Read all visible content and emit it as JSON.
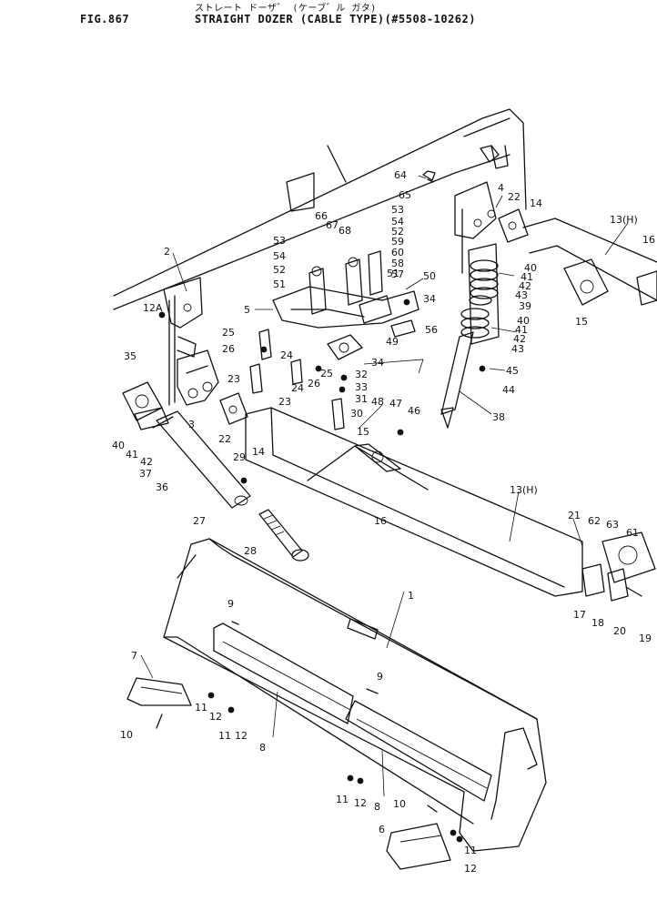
{
  "header": {
    "fig_number": "FIG.867",
    "title_kana": "ストレート ドーザ゛ (ケーブ゛ル ガタ)",
    "title": "STRAIGHT DOZER (CABLE TYPE)(#5508-10262)"
  },
  "callouts": [
    {
      "id": "c1",
      "label": "64"
    },
    {
      "id": "c2",
      "label": "65"
    },
    {
      "id": "c3",
      "label": "4"
    },
    {
      "id": "c4",
      "label": "22"
    },
    {
      "id": "c5",
      "label": "14"
    },
    {
      "id": "c6",
      "label": "13(H)"
    },
    {
      "id": "c7",
      "label": "16"
    },
    {
      "id": "c8",
      "label": "53"
    },
    {
      "id": "c9",
      "label": "54"
    },
    {
      "id": "c10",
      "label": "52"
    },
    {
      "id": "c11",
      "label": "66"
    },
    {
      "id": "c12",
      "label": "67"
    },
    {
      "id": "c13",
      "label": "68"
    },
    {
      "id": "c14",
      "label": "59"
    },
    {
      "id": "c15",
      "label": "60"
    },
    {
      "id": "c16",
      "label": "58"
    },
    {
      "id": "c17",
      "label": "57"
    },
    {
      "id": "c18",
      "label": "53"
    },
    {
      "id": "c19",
      "label": "54"
    },
    {
      "id": "c20",
      "label": "52"
    },
    {
      "id": "c21",
      "label": "51"
    },
    {
      "id": "c22",
      "label": "51"
    },
    {
      "id": "c23",
      "label": "50"
    },
    {
      "id": "c24",
      "label": "34"
    },
    {
      "id": "c25",
      "label": "2"
    },
    {
      "id": "c26",
      "label": "12A"
    },
    {
      "id": "c27",
      "label": "5"
    },
    {
      "id": "c28",
      "label": "40"
    },
    {
      "id": "c29",
      "label": "41"
    },
    {
      "id": "c30",
      "label": "42"
    },
    {
      "id": "c31",
      "label": "43"
    },
    {
      "id": "c32",
      "label": "39"
    },
    {
      "id": "c33",
      "label": "40"
    },
    {
      "id": "c34",
      "label": "41"
    },
    {
      "id": "c35",
      "label": "42"
    },
    {
      "id": "c36",
      "label": "43"
    },
    {
      "id": "c37",
      "label": "15"
    },
    {
      "id": "c38",
      "label": "56"
    },
    {
      "id": "c39",
      "label": "49"
    },
    {
      "id": "c40",
      "label": "34"
    },
    {
      "id": "c41",
      "label": "45"
    },
    {
      "id": "c42",
      "label": "44"
    },
    {
      "id": "c43",
      "label": "25"
    },
    {
      "id": "c44",
      "label": "26"
    },
    {
      "id": "c45",
      "label": "24"
    },
    {
      "id": "c46",
      "label": "25"
    },
    {
      "id": "c47",
      "label": "26"
    },
    {
      "id": "c48",
      "label": "24"
    },
    {
      "id": "c49",
      "label": "23"
    },
    {
      "id": "c50",
      "label": "32"
    },
    {
      "id": "c51",
      "label": "33"
    },
    {
      "id": "c52",
      "label": "31"
    },
    {
      "id": "c53",
      "label": "35"
    },
    {
      "id": "c54",
      "label": "3"
    },
    {
      "id": "c55",
      "label": "23"
    },
    {
      "id": "c56",
      "label": "48"
    },
    {
      "id": "c57",
      "label": "47"
    },
    {
      "id": "c58",
      "label": "46"
    },
    {
      "id": "c59",
      "label": "30"
    },
    {
      "id": "c60",
      "label": "15"
    },
    {
      "id": "c61",
      "label": "38"
    },
    {
      "id": "c62",
      "label": "40"
    },
    {
      "id": "c63",
      "label": "41"
    },
    {
      "id": "c64",
      "label": "42"
    },
    {
      "id": "c65",
      "label": "37"
    },
    {
      "id": "c66",
      "label": "36"
    },
    {
      "id": "c67",
      "label": "22"
    },
    {
      "id": "c68",
      "label": "14"
    },
    {
      "id": "c69",
      "label": "29"
    },
    {
      "id": "c70",
      "label": "27"
    },
    {
      "id": "c71",
      "label": "16"
    },
    {
      "id": "c72",
      "label": "13(H)"
    },
    {
      "id": "c73",
      "label": "28"
    },
    {
      "id": "c74",
      "label": "21"
    },
    {
      "id": "c75",
      "label": "62"
    },
    {
      "id": "c76",
      "label": "63"
    },
    {
      "id": "c77",
      "label": "61"
    },
    {
      "id": "c78",
      "label": "17"
    },
    {
      "id": "c79",
      "label": "18"
    },
    {
      "id": "c80",
      "label": "20"
    },
    {
      "id": "c81",
      "label": "19"
    },
    {
      "id": "c82",
      "label": "9"
    },
    {
      "id": "c83",
      "label": "1"
    },
    {
      "id": "c84",
      "label": "7"
    },
    {
      "id": "c85",
      "label": "11"
    },
    {
      "id": "c86",
      "label": "12"
    },
    {
      "id": "c87",
      "label": "11"
    },
    {
      "id": "c88",
      "label": "12"
    },
    {
      "id": "c89",
      "label": "10"
    },
    {
      "id": "c90",
      "label": "8"
    },
    {
      "id": "c91",
      "label": "9"
    },
    {
      "id": "c92",
      "label": "8"
    },
    {
      "id": "c93",
      "label": "11"
    },
    {
      "id": "c94",
      "label": "12"
    },
    {
      "id": "c95",
      "label": "10"
    },
    {
      "id": "c96",
      "label": "6"
    },
    {
      "id": "c97",
      "label": "11"
    },
    {
      "id": "c98",
      "label": "12"
    }
  ]
}
